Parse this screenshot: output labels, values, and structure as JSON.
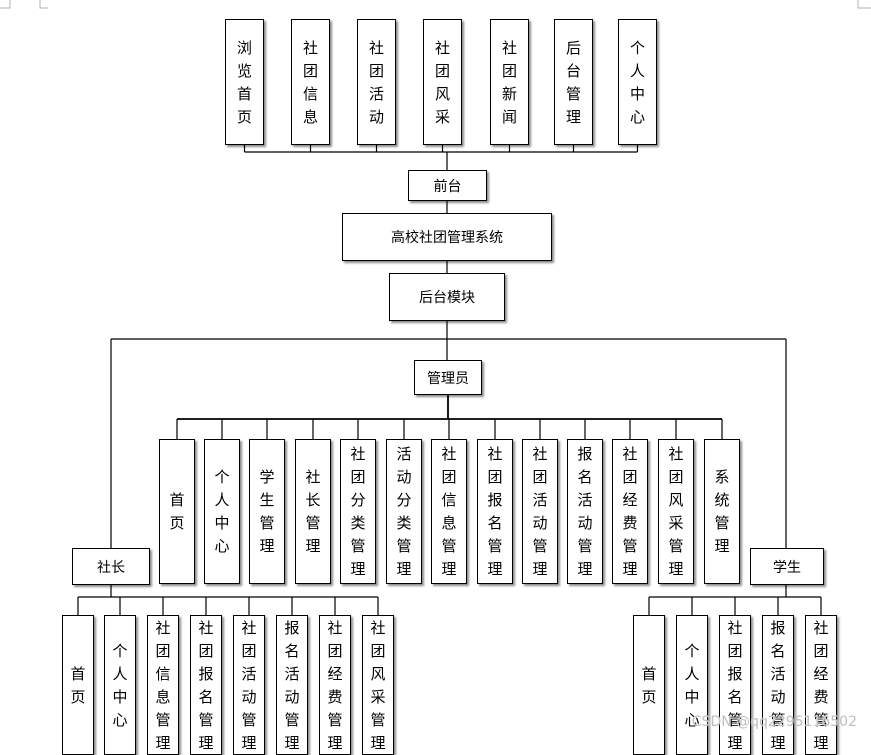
{
  "frontend": {
    "items": [
      {
        "label": "浏览首页"
      },
      {
        "label": "社团信息"
      },
      {
        "label": "社团活动"
      },
      {
        "label": "社团风采"
      },
      {
        "label": "社团新闻"
      },
      {
        "label": "后台管理"
      },
      {
        "label": "个人中心"
      }
    ],
    "label": "前台"
  },
  "system": {
    "label": "高校社团管理系统"
  },
  "backend": {
    "label": "后台模块"
  },
  "admin": {
    "label": "管理员",
    "items": [
      {
        "label": "首页"
      },
      {
        "label": "个人中心"
      },
      {
        "label": "学生管理"
      },
      {
        "label": "社长管理"
      },
      {
        "label": "社团分类管理"
      },
      {
        "label": "活动分类管理"
      },
      {
        "label": "社团信息管理"
      },
      {
        "label": "社团报名管理"
      },
      {
        "label": "社团活动管理"
      },
      {
        "label": "报名活动管理"
      },
      {
        "label": "社团经费管理"
      },
      {
        "label": "社团风采管理"
      },
      {
        "label": "系统管理"
      }
    ]
  },
  "leader": {
    "label": "社长",
    "items": [
      {
        "label": "首页"
      },
      {
        "label": "个人中心"
      },
      {
        "label": "社团信息管理"
      },
      {
        "label": "社团报名管理"
      },
      {
        "label": "社团活动管理"
      },
      {
        "label": "报名活动管理"
      },
      {
        "label": "社团经费管理"
      },
      {
        "label": "社团风采管理"
      }
    ]
  },
  "student": {
    "label": "学生",
    "items": [
      {
        "label": "首页"
      },
      {
        "label": "个人中心"
      },
      {
        "label": "社团报名管理"
      },
      {
        "label": "报名活动管理"
      },
      {
        "label": "社团经费管理"
      }
    ]
  },
  "watermark": "CSDN @qq2295116502"
}
